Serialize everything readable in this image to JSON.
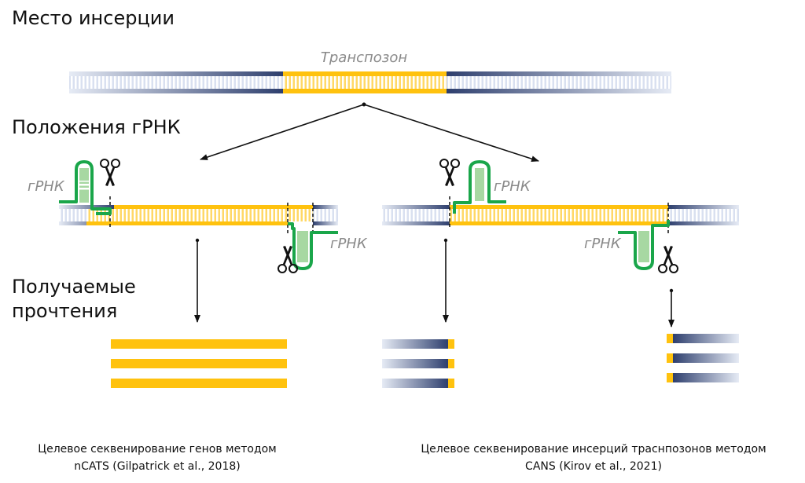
{
  "headings": {
    "insertion_site": "Место инсерции",
    "grna_positions": "Положения гРНК",
    "resulting_reads_line1": "Получаемые",
    "resulting_reads_line2": "прочтения"
  },
  "labels": {
    "transposon": "Транспозон",
    "grna_left_1": "гРНК",
    "grna_left_2": "гРНК",
    "grna_right_1": "гРНК",
    "grna_right_2": "гРНК"
  },
  "captions": {
    "left_line1": "Целевое секвенирование генов методом",
    "left_line2": "nCATS (Gilpatrick et al., 2018)",
    "right_line1": "Целевое секвенирование инсерций траснпозонов методом",
    "right_line2": "CANS (Kirov et al., 2021)"
  },
  "colors": {
    "dna_dark": "#2e3f6e",
    "dna_light": "#c9d3ea",
    "transposon": "#ffc20e",
    "grna": "#1aa64a",
    "grna_light": "#a7d8a2",
    "arrow": "#111111"
  },
  "icons": [
    "scissors-icon"
  ]
}
